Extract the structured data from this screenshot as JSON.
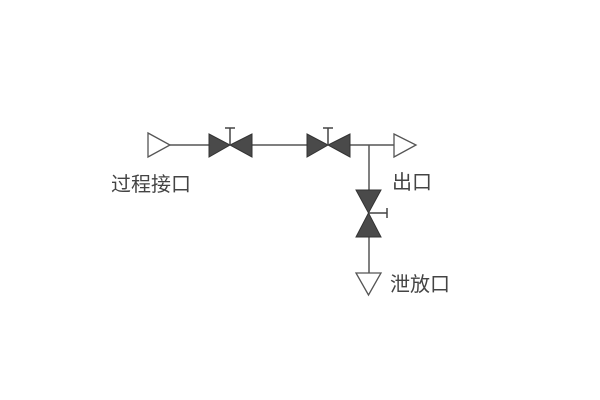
{
  "labels": {
    "inlet": "过程接口",
    "outlet": "出口",
    "drain": "泄放口"
  },
  "colors": {
    "line": "#555555",
    "valve_fill": "#4a4a4a",
    "text": "#444444"
  }
}
